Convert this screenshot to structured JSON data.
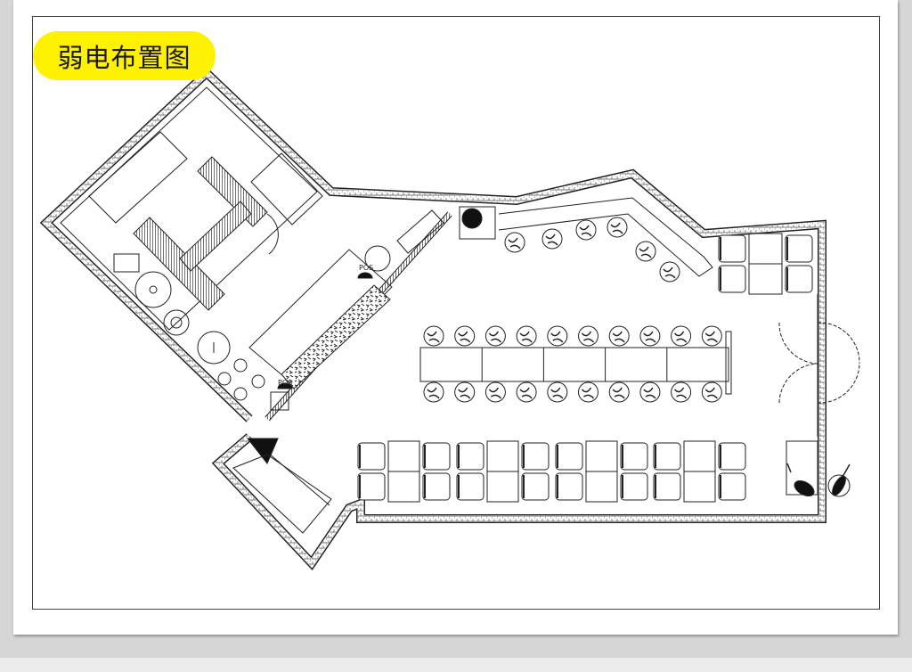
{
  "title": "弱电布置图",
  "labels": {
    "pos_1": "POS",
    "pos_2": "POS"
  },
  "colors": {
    "title_bg": "#fff200",
    "line": "#222222",
    "wall_fill": "#9a9a9a"
  }
}
